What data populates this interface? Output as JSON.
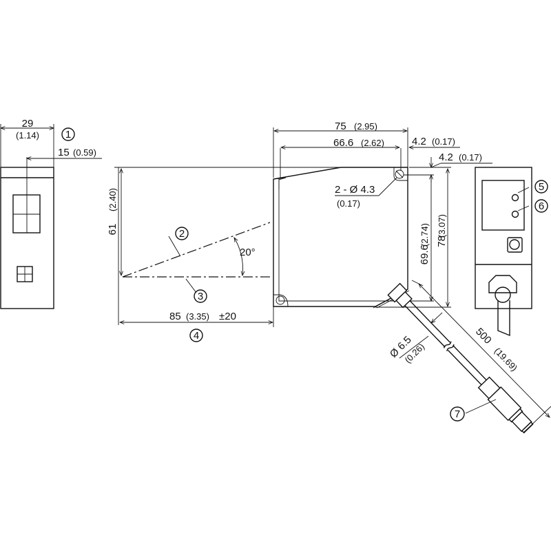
{
  "dimensions": {
    "width_side": {
      "mm": "29",
      "in": "(1.14)"
    },
    "optical_axis_side": {
      "mm": "15",
      "in": "(0.59)"
    },
    "height_left": {
      "mm": "61",
      "in": "(2.40)"
    },
    "length_total": {
      "mm": "75",
      "in": "(2.95)"
    },
    "hole_spacing_x": {
      "mm": "66.6",
      "in": "(2.62)"
    },
    "hole_offset_x": {
      "mm": "4.2",
      "in": "(0.17)"
    },
    "hole_offset_y": {
      "mm": "4.2",
      "in": "(0.17)"
    },
    "hole_spacing_y": {
      "mm": "69.6",
      "in": "(2.74)"
    },
    "height_total": {
      "mm": "78",
      "in": "(3.07)"
    },
    "holes": {
      "mm": "2 - Ø 4.3",
      "in": "(0.17)"
    },
    "angle": "20°",
    "sensing_distance": {
      "mm": "85",
      "in": "(3.35)",
      "tol": "±20"
    },
    "cable_diameter": {
      "mm": "Ø 6.5",
      "in": "(0.26)"
    },
    "cable_length": {
      "mm": "500",
      "in": "(19.69)"
    }
  },
  "callouts": [
    "1",
    "2",
    "3",
    "4",
    "5",
    "6",
    "7"
  ]
}
